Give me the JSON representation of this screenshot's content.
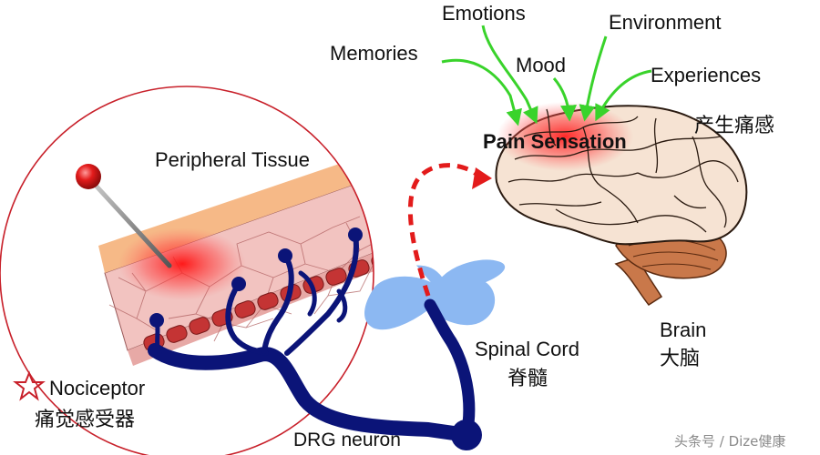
{
  "labels": {
    "emotions": "Emotions",
    "environment": "Environment",
    "memories": "Memories",
    "mood": "Mood",
    "experiences": "Experiences",
    "pain_sensation": "Pain Sensation",
    "pain_sensation_cn": "产生痛感",
    "peripheral_tissue": "Peripheral Tissue",
    "spinal_cord": "Spinal Cord",
    "spinal_cord_cn": "脊髓",
    "brain": "Brain",
    "brain_cn": "大脑",
    "nociceptor": "Nociceptor",
    "nociceptor_cn": "痛觉感受器",
    "drg_neuron": "DRG neuron",
    "watermark": "头条号 / Dize健康"
  },
  "icons": {
    "nociceptor_marker": "star-outline-icon",
    "stimulus": "pin-icon"
  },
  "colors": {
    "influence_arrows": "#39d32b",
    "signal_arrow": "#e31b1b",
    "neuron": "#0b1478",
    "spinal_cord": "#8cb8f2",
    "brain": "#f6e3d3",
    "cerebellum": "#c9784a",
    "zoom_circle": "#c8202a",
    "tissue_top": "#f6b987",
    "tissue_body": "#f2c3c0",
    "pain_glow": "#ff1f1f"
  }
}
